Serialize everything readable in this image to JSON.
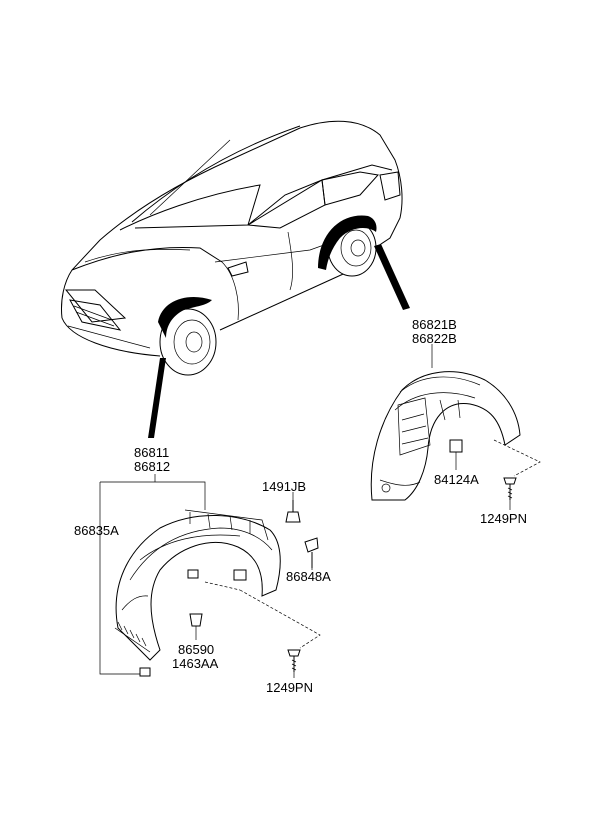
{
  "labels": {
    "front_upper_1": "86811",
    "front_upper_2": "86812",
    "front_liner": "86835A",
    "clip_top": "1491JB",
    "clip_right": "86848A",
    "front_lower_1": "86590",
    "front_lower_2": "1463AA",
    "front_screw": "1249PN",
    "rear_upper_1": "86821B",
    "rear_upper_2": "86822B",
    "rear_nut": "84124A",
    "rear_screw": "1249PN"
  }
}
